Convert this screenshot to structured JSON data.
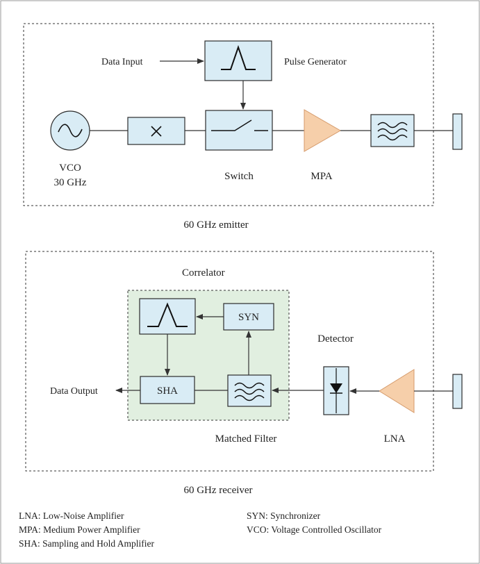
{
  "emitter": {
    "caption": "60 GHz emitter",
    "data_input": "Data Input",
    "pulse_generator": "Pulse Generator",
    "vco_line1": "VCO",
    "vco_line2": "30 GHz",
    "switch": "Switch",
    "mpa": "MPA"
  },
  "receiver": {
    "caption": "60 GHz receiver",
    "correlator": "Correlator",
    "syn": "SYN",
    "sha": "SHA",
    "data_output": "Data Output",
    "matched_filter": "Matched Filter",
    "detector": "Detector",
    "lna": "LNA"
  },
  "legend": {
    "left": [
      "LNA: Low-Noise Amplifier",
      "MPA: Medium Power Amplifier",
      "SHA: Sampling and Hold Amplifier"
    ],
    "right": [
      "SYN: Synchronizer",
      "VCO: Voltage Controlled Oscillator"
    ]
  },
  "colors": {
    "block_fill": "#d9ecf5",
    "amplifier_fill": "#f6cfaa",
    "correlator_fill": "#e1efe0"
  }
}
